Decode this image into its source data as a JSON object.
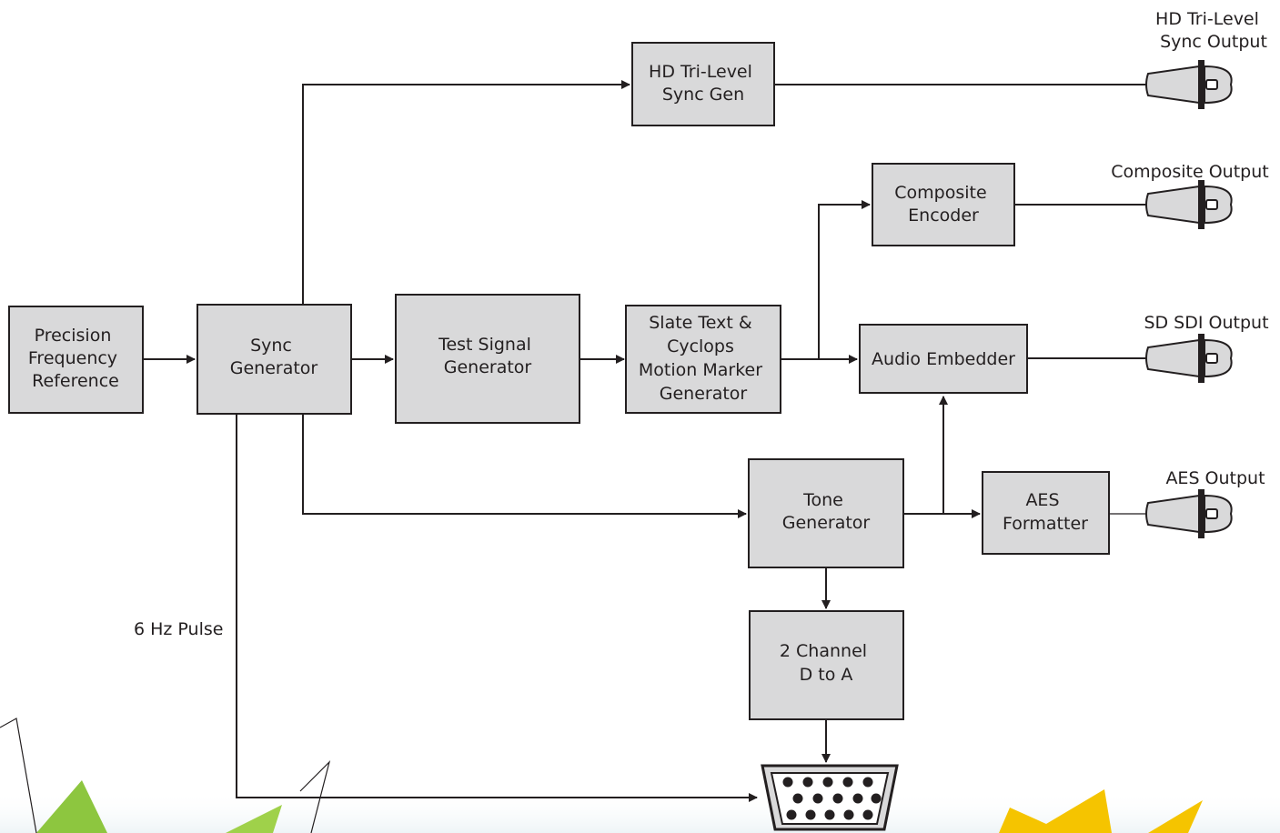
{
  "blocks": {
    "precision_reference": [
      "Precision",
      "Frequency",
      "Reference"
    ],
    "sync_generator": [
      "Sync",
      "Generator"
    ],
    "test_signal_generator": [
      "Test Signal",
      "Generator"
    ],
    "slate_text": [
      "Slate Text &",
      "Cyclops",
      "Motion Marker",
      "Generator"
    ],
    "hd_trilevel_gen": [
      "HD Tri-Level",
      "Sync Gen"
    ],
    "composite_encoder": [
      "Composite",
      "Encoder"
    ],
    "audio_embedder": [
      "Audio Embedder"
    ],
    "tone_generator": [
      "Tone",
      "Generator"
    ],
    "aes_formatter": [
      "AES",
      "Formatter"
    ],
    "dac": [
      "2 Channel",
      "D to A"
    ]
  },
  "outputs": {
    "hd_trilevel": [
      "HD Tri-Level",
      "Sync Output"
    ],
    "composite": [
      "Composite Output"
    ],
    "sd_sdi": [
      "SD SDI Output"
    ],
    "aes": [
      "AES Output"
    ]
  },
  "labels": {
    "pulse": "6 Hz Pulse"
  },
  "icons": {
    "output_connector": "bnc-connector-icon",
    "db15_connector": "db15-connector-icon"
  },
  "colors": {
    "block_fill": "#d9d9da",
    "line": "#231f20",
    "leaf_green": "#8dc63f",
    "sun_yellow": "#f5c400"
  }
}
